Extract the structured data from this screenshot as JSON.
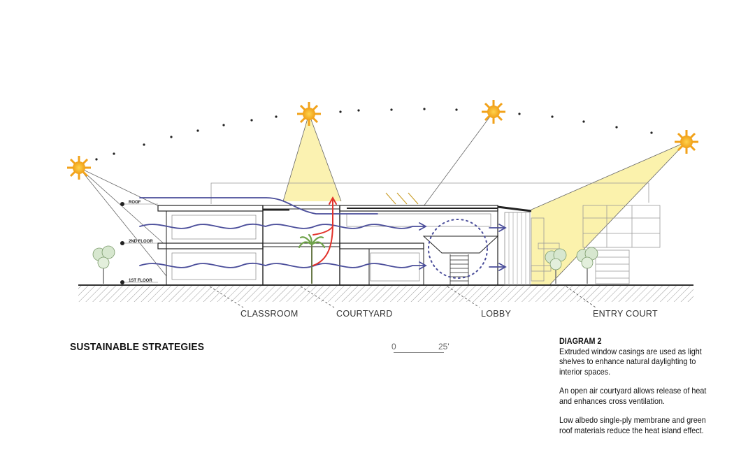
{
  "diagram": {
    "title": "SUSTAINABLE STRATEGIES",
    "floors": [
      "ROOF",
      "2ND FLOOR",
      "1ST FLOOR"
    ],
    "spaces": [
      "CLASSROOM",
      "COURTYARD",
      "LOBBY",
      "ENTRY COURT"
    ],
    "scale": {
      "start": "0",
      "end": "25'"
    },
    "colors": {
      "sun": "#f2b01e",
      "light": "#fbf1a8",
      "air": "#4a4d9a",
      "heat": "#e2322a",
      "ground": "#777777"
    },
    "icons": [
      "sun-icon",
      "tree-icon",
      "palm-icon"
    ]
  },
  "notes": {
    "heading": "DIAGRAM 2",
    "paragraphs": [
      "Extruded window casings are used as light shelves to enhance natural daylighting to interior spaces.",
      "An open air courtyard allows release of heat and enhances cross ventilation.",
      "Low albedo single-ply membrane and green roof materials reduce the heat island effect."
    ]
  }
}
